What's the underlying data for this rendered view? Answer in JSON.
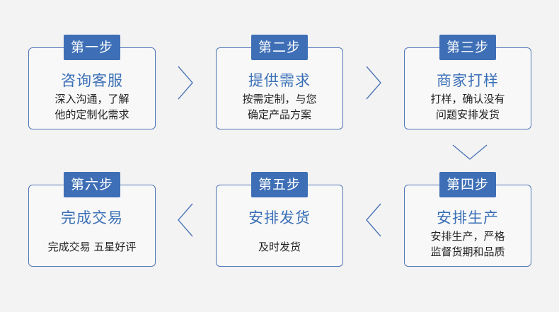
{
  "steps": [
    {
      "badge": "第一步",
      "title": "咨询客服",
      "desc": [
        "深入沟通，了解",
        "他的定制化需求"
      ]
    },
    {
      "badge": "第二步",
      "title": "提供需求",
      "desc": [
        "按需定制，与您",
        "确定产品方案"
      ]
    },
    {
      "badge": "第三步",
      "title": "商家打样",
      "desc": [
        "打样，确认没有",
        "问题安排发货"
      ]
    },
    {
      "badge": "第四步",
      "title": "安排生产",
      "desc": [
        "安排生产，严格",
        "监督货期和品质"
      ]
    },
    {
      "badge": "第五步",
      "title": "安排发货",
      "desc": [
        "及时发货"
      ]
    },
    {
      "badge": "第六步",
      "title": "完成交易",
      "desc": [
        "完成交易 五星好评"
      ]
    }
  ],
  "colors": {
    "accent": "#3e6fb6",
    "border": "#4f76b8",
    "background": "#f3f3f3"
  }
}
